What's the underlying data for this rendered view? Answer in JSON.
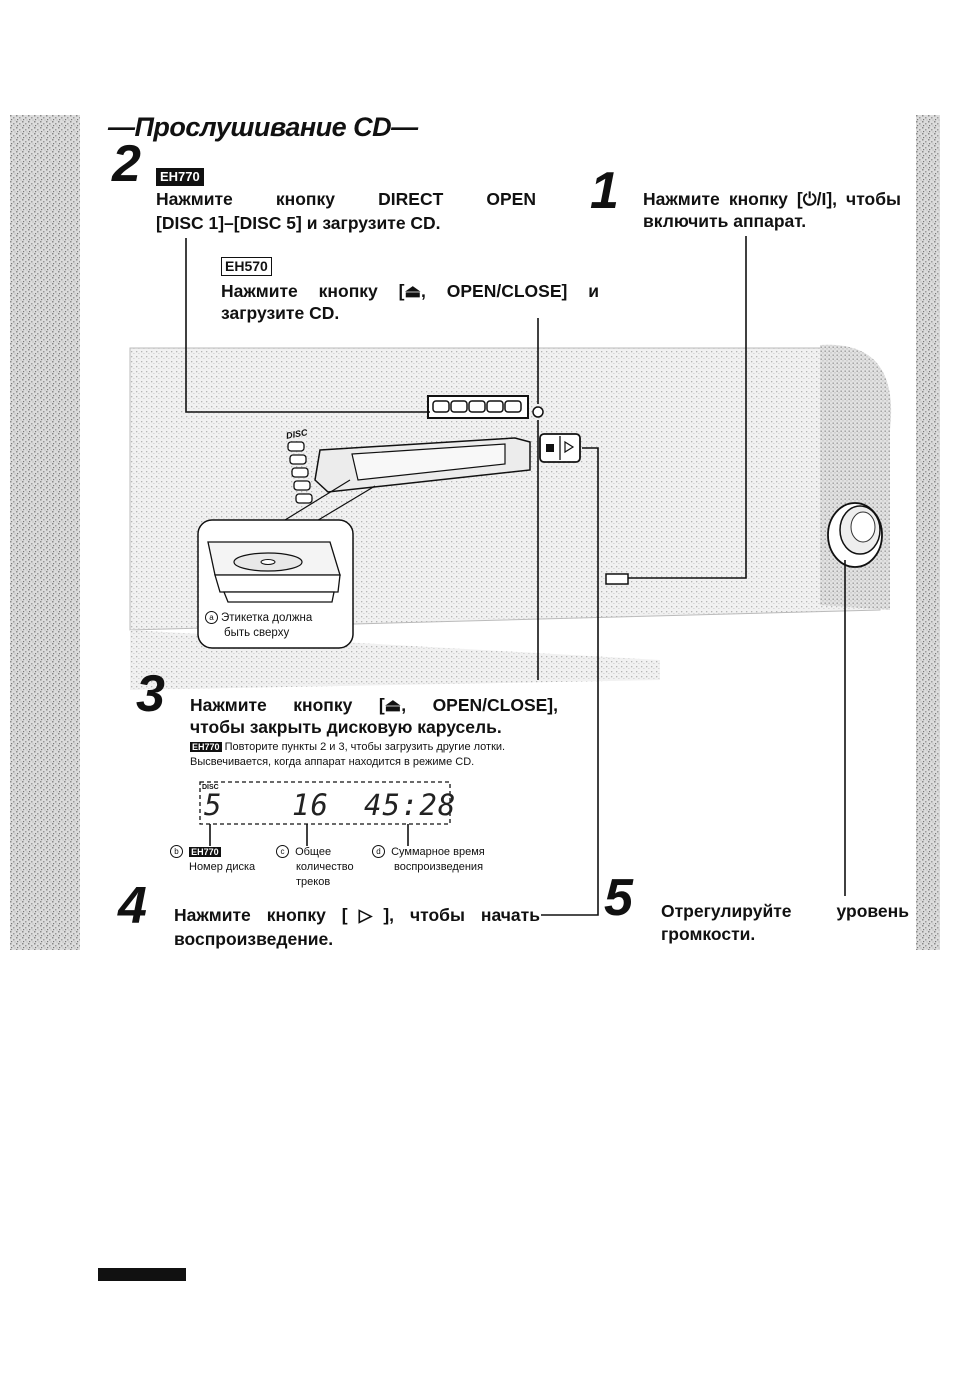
{
  "page_title": "—Прослушивание CD—",
  "steps": {
    "step1": {
      "number": "1",
      "text": "Нажмите кнопку [⏻/I], чтобы включить аппарат."
    },
    "step2": {
      "number": "2",
      "badge_a": "EH770",
      "text_a_line1": "Нажмите кнопку DIRECT OPEN",
      "text_a_line2": "[DISC 1]–[DISC 5] и загрузите CD.",
      "badge_b": "EH570",
      "text_b_line1": "Нажмите кнопку [⏏, OPEN/CLOSE] и",
      "text_b_line2": "загрузите CD."
    },
    "step3": {
      "number": "3",
      "line1": "Нажмите кнопку [⏏, OPEN/CLOSE],",
      "line2": "чтобы закрыть дисковую карусель.",
      "note_badge": "EH770",
      "note1": "Повторите пункты 2 и 3, чтобы загрузить другие лотки.",
      "note2": "Высвечивается, когда аппарат находится в режиме CD."
    },
    "step4": {
      "number": "4",
      "line1": "Нажмите кнопку [▷], чтобы начать",
      "line2": "воспроизведение."
    },
    "step5": {
      "number": "5",
      "line1": "Отрегулируйте уровень",
      "line2": "громкости."
    }
  },
  "inset": {
    "marker": "a",
    "line1": "Этикетка должна",
    "line2": "быть сверху"
  },
  "device": {
    "disc_label": "DISC"
  },
  "display": {
    "disc_label": "DISC",
    "disc_number": "5",
    "tracks": "16",
    "time": "45:28",
    "captions": {
      "b": {
        "marker": "b",
        "badge": "EH770",
        "line1": "Номер диска"
      },
      "c": {
        "marker": "c",
        "line1": "Общее",
        "line2": "количество",
        "line3": "треков"
      },
      "d": {
        "marker": "d",
        "line1": "Суммарное время",
        "line2": "воспроизведения"
      }
    }
  }
}
